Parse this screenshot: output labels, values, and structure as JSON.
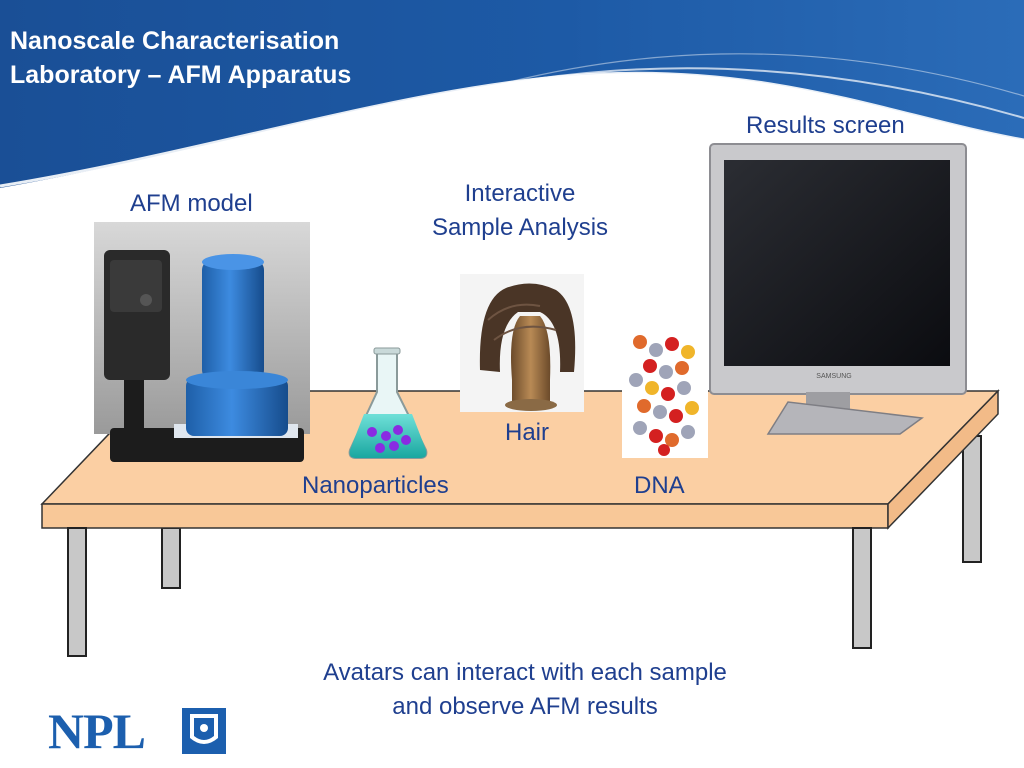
{
  "slide": {
    "title_line1": "Nanoscale Characterisation",
    "title_line2": "Laboratory – AFM Apparatus"
  },
  "labels": {
    "afm_model": "AFM model",
    "interactive_line1": "Interactive",
    "interactive_line2": "Sample Analysis",
    "results_screen": "Results screen",
    "hair": "Hair",
    "nanoparticles": "Nanoparticles",
    "dna": "DNA"
  },
  "caption": {
    "line1": "Avatars can interact with each sample",
    "line2": "and observe AFM results"
  },
  "logo": {
    "text": "NPL"
  },
  "monitor": {
    "brand": "SAMSUNG"
  },
  "colors": {
    "header_blue": "#1d57a2",
    "label_blue": "#1f3f8f",
    "table_top": "#fbcfa3",
    "logo_blue": "#1c5fae"
  }
}
